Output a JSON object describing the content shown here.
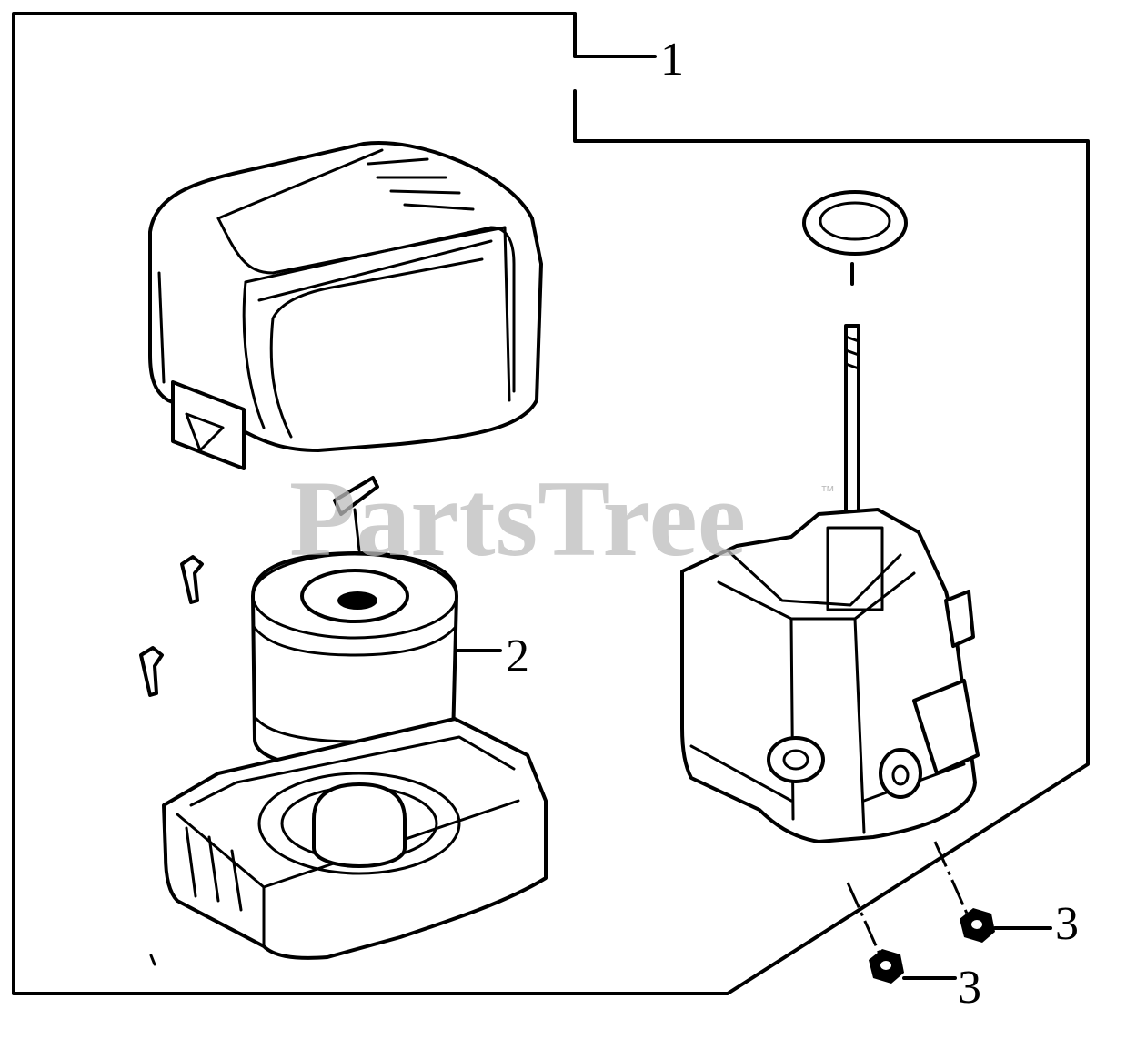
{
  "callouts": [
    {
      "id": "1",
      "label": "1"
    },
    {
      "id": "2",
      "label": "2"
    },
    {
      "id": "3a",
      "label": "3"
    },
    {
      "id": "3b",
      "label": "3"
    }
  ],
  "watermark": {
    "text": "PartsTree",
    "trademark": "™"
  }
}
